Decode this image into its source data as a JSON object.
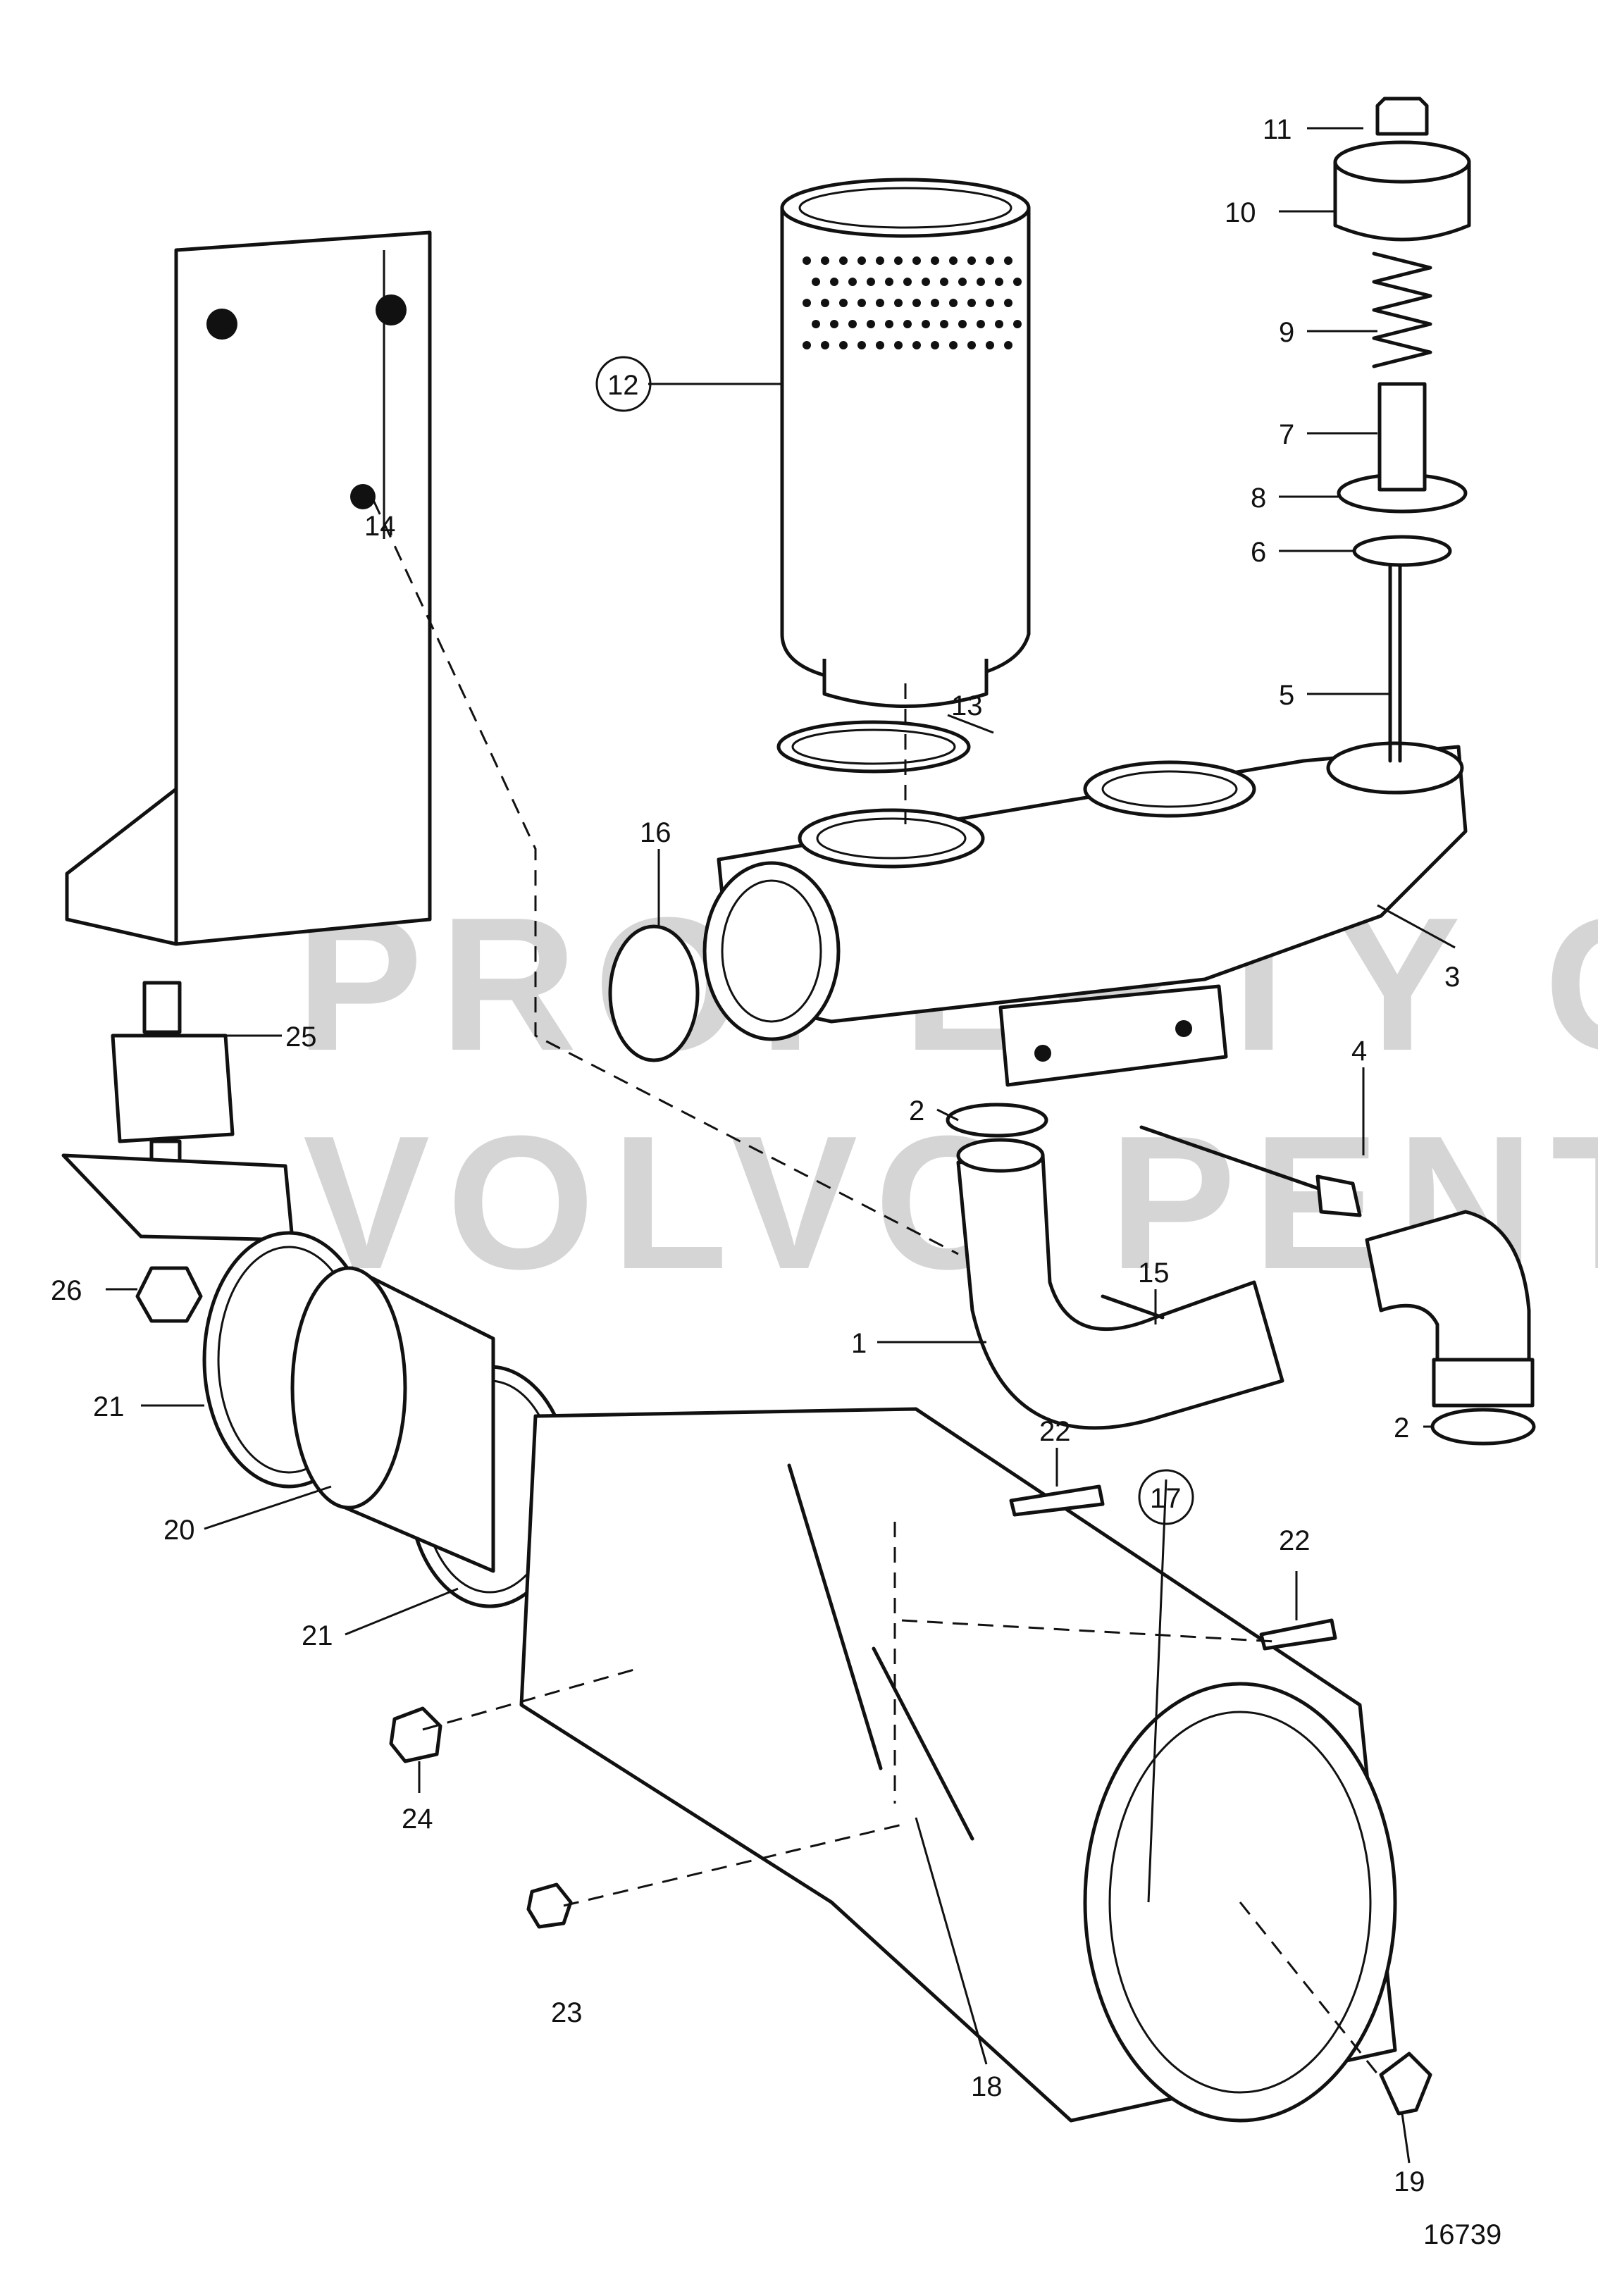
{
  "diagram": {
    "figure_number": "16739",
    "watermark": {
      "line1": "PROPERTY OF",
      "line2": "VOLVO PENTA"
    },
    "callouts": [
      {
        "id": "c11",
        "label": "11",
        "circled": false
      },
      {
        "id": "c10",
        "label": "10",
        "circled": false
      },
      {
        "id": "c9",
        "label": "9",
        "circled": false
      },
      {
        "id": "c7",
        "label": "7",
        "circled": false
      },
      {
        "id": "c8",
        "label": "8",
        "circled": false
      },
      {
        "id": "c6",
        "label": "6",
        "circled": false
      },
      {
        "id": "c5",
        "label": "5",
        "circled": false
      },
      {
        "id": "c3",
        "label": "3",
        "circled": false
      },
      {
        "id": "c4",
        "label": "4",
        "circled": false
      },
      {
        "id": "c12",
        "label": "12",
        "circled": true
      },
      {
        "id": "c13",
        "label": "13",
        "circled": false
      },
      {
        "id": "c14",
        "label": "14",
        "circled": false
      },
      {
        "id": "c16",
        "label": "16",
        "circled": false
      },
      {
        "id": "c25",
        "label": "25",
        "circled": false
      },
      {
        "id": "c2a",
        "label": "2",
        "circled": false
      },
      {
        "id": "c2b",
        "label": "2",
        "circled": false
      },
      {
        "id": "c15",
        "label": "15",
        "circled": false
      },
      {
        "id": "c1",
        "label": "1",
        "circled": false
      },
      {
        "id": "c26",
        "label": "26",
        "circled": false
      },
      {
        "id": "c21a",
        "label": "21",
        "circled": false
      },
      {
        "id": "c20",
        "label": "20",
        "circled": false
      },
      {
        "id": "c21b",
        "label": "21",
        "circled": false
      },
      {
        "id": "c22a",
        "label": "22",
        "circled": false
      },
      {
        "id": "c22b",
        "label": "22",
        "circled": false
      },
      {
        "id": "c17",
        "label": "17",
        "circled": true
      },
      {
        "id": "c24",
        "label": "24",
        "circled": false
      },
      {
        "id": "c23",
        "label": "23",
        "circled": false
      },
      {
        "id": "c18",
        "label": "18",
        "circled": false
      },
      {
        "id": "c19",
        "label": "19",
        "circled": false
      }
    ]
  }
}
